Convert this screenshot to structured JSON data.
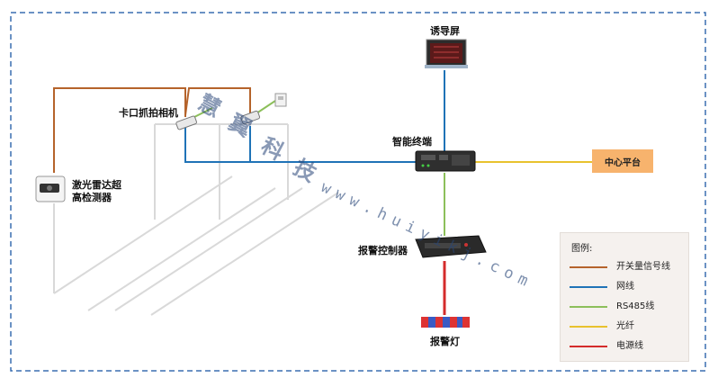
{
  "nodes": {
    "guide_screen": "诱导屏",
    "camera": "卡口抓拍相机",
    "terminal": "智能终端",
    "center": "中心平台",
    "radar_line1": "激光雷达超",
    "radar_line2": "高检测器",
    "alarm_controller": "报警控制器",
    "alarm_light": "报警灯"
  },
  "legend": {
    "title": "图例:",
    "items": [
      {
        "label": "开关量信号线",
        "color": "#b5632b"
      },
      {
        "label": "网线",
        "color": "#1f73b7"
      },
      {
        "label": "RS485线",
        "color": "#8cbf5a"
      },
      {
        "label": "光纤",
        "color": "#e8c22e"
      },
      {
        "label": "电源线",
        "color": "#d42b2b"
      }
    ]
  },
  "watermark": {
    "chars": [
      "慧",
      "翼",
      "科",
      "技"
    ],
    "url": "www.huiyikj.com"
  },
  "colors": {
    "border": "#3a6fb0",
    "road": "#d9d9d9"
  }
}
